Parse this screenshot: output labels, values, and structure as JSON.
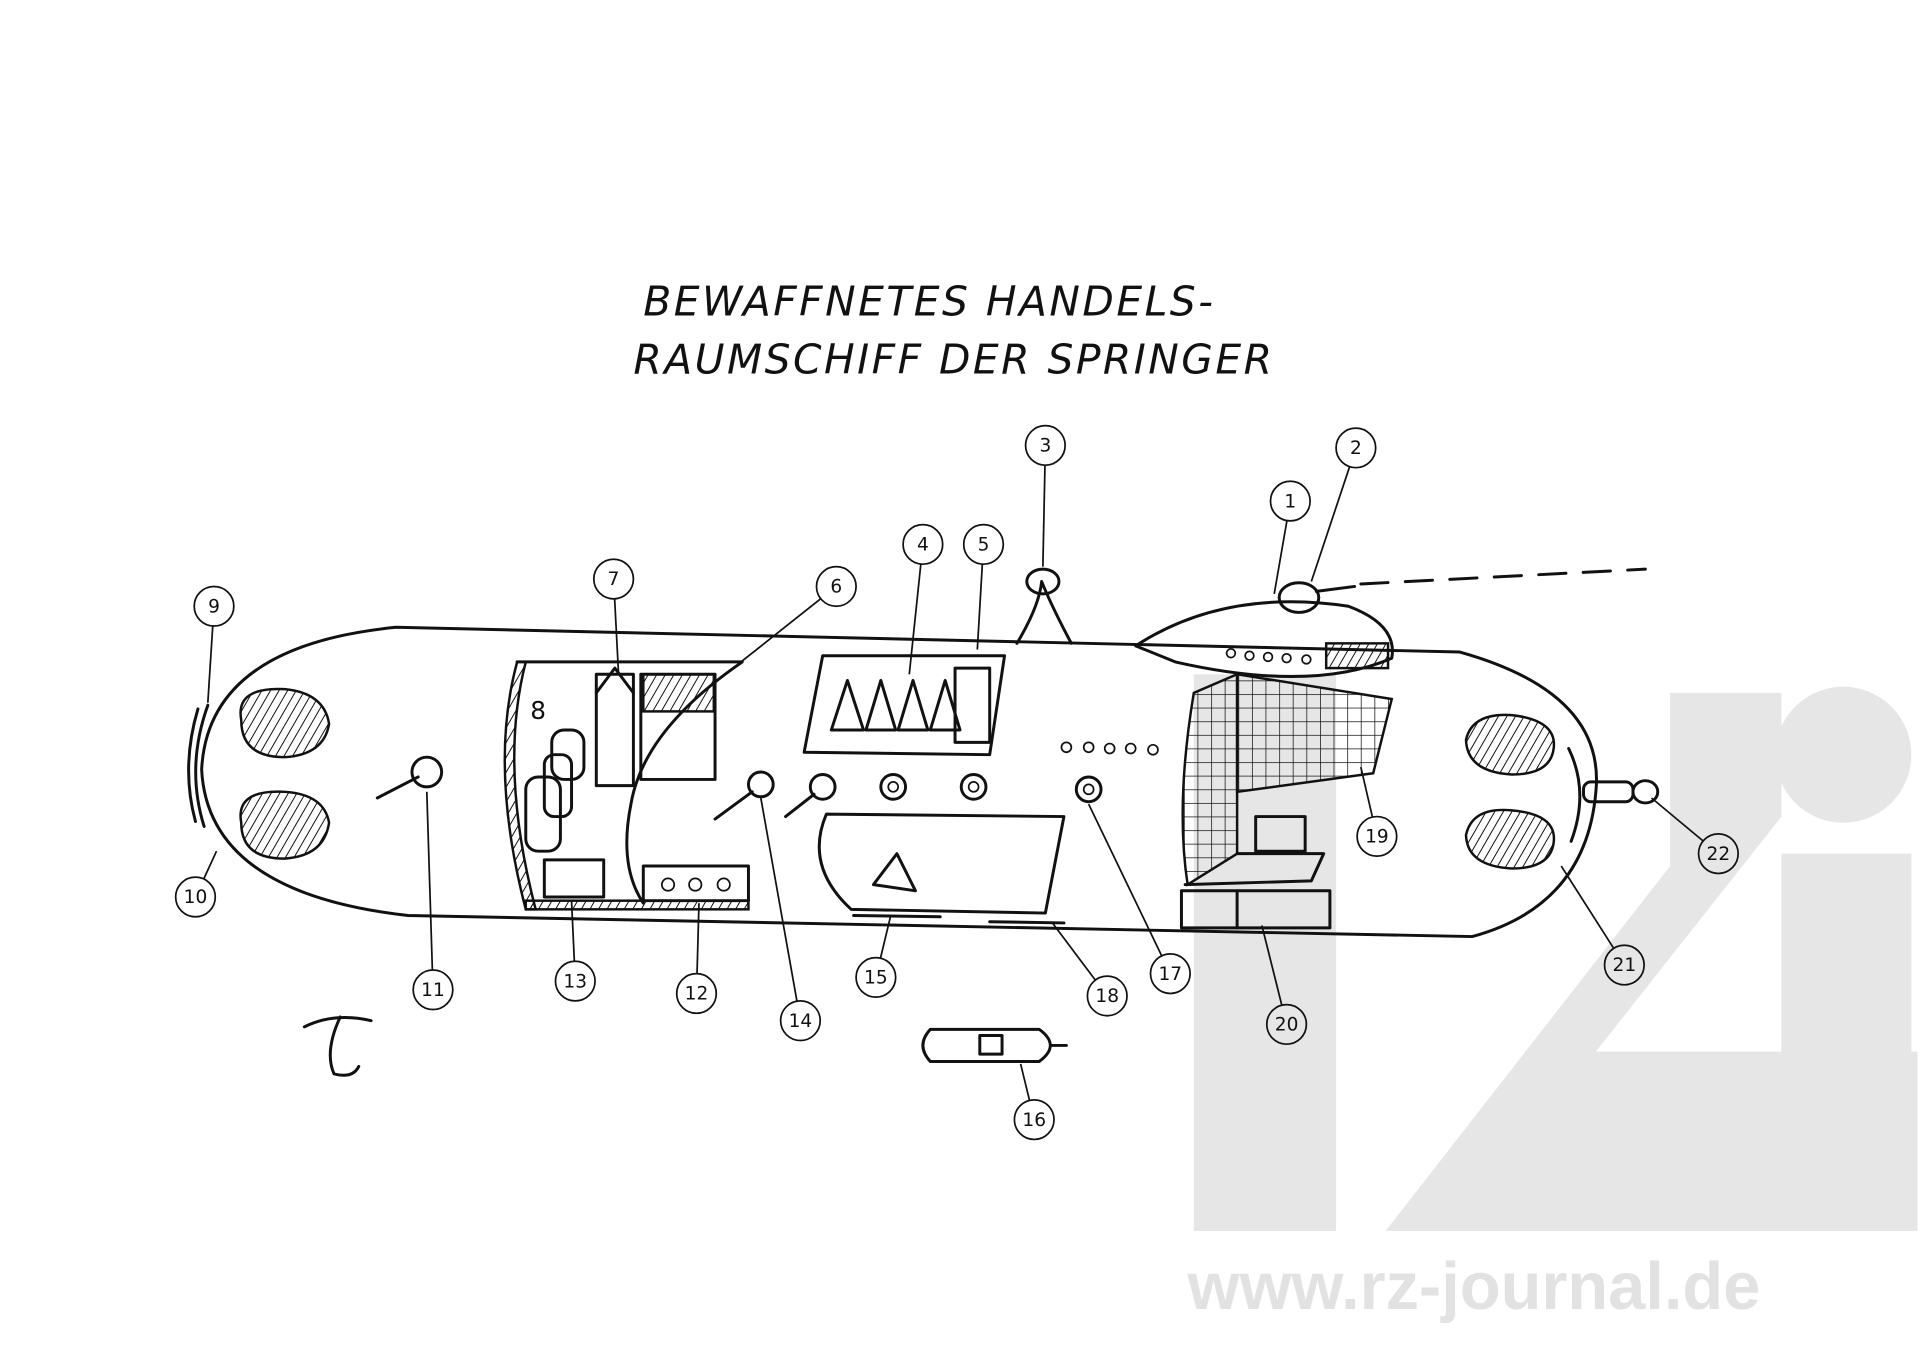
{
  "title": {
    "line1": "BEWAFFNETES HANDELS-",
    "line2": "RAUMSCHIFF DER SPRINGER"
  },
  "callouts": [
    "1",
    "2",
    "3",
    "4",
    "5",
    "6",
    "7",
    "8",
    "9",
    "10",
    "11",
    "12",
    "13",
    "14",
    "15",
    "16",
    "17",
    "18",
    "19",
    "20",
    "21",
    "22"
  ],
  "watermark": {
    "url": "www.rz-journal.de",
    "logo": "rz"
  },
  "colors": {
    "ink": "#111111",
    "watermark": "#e2e2e2"
  }
}
